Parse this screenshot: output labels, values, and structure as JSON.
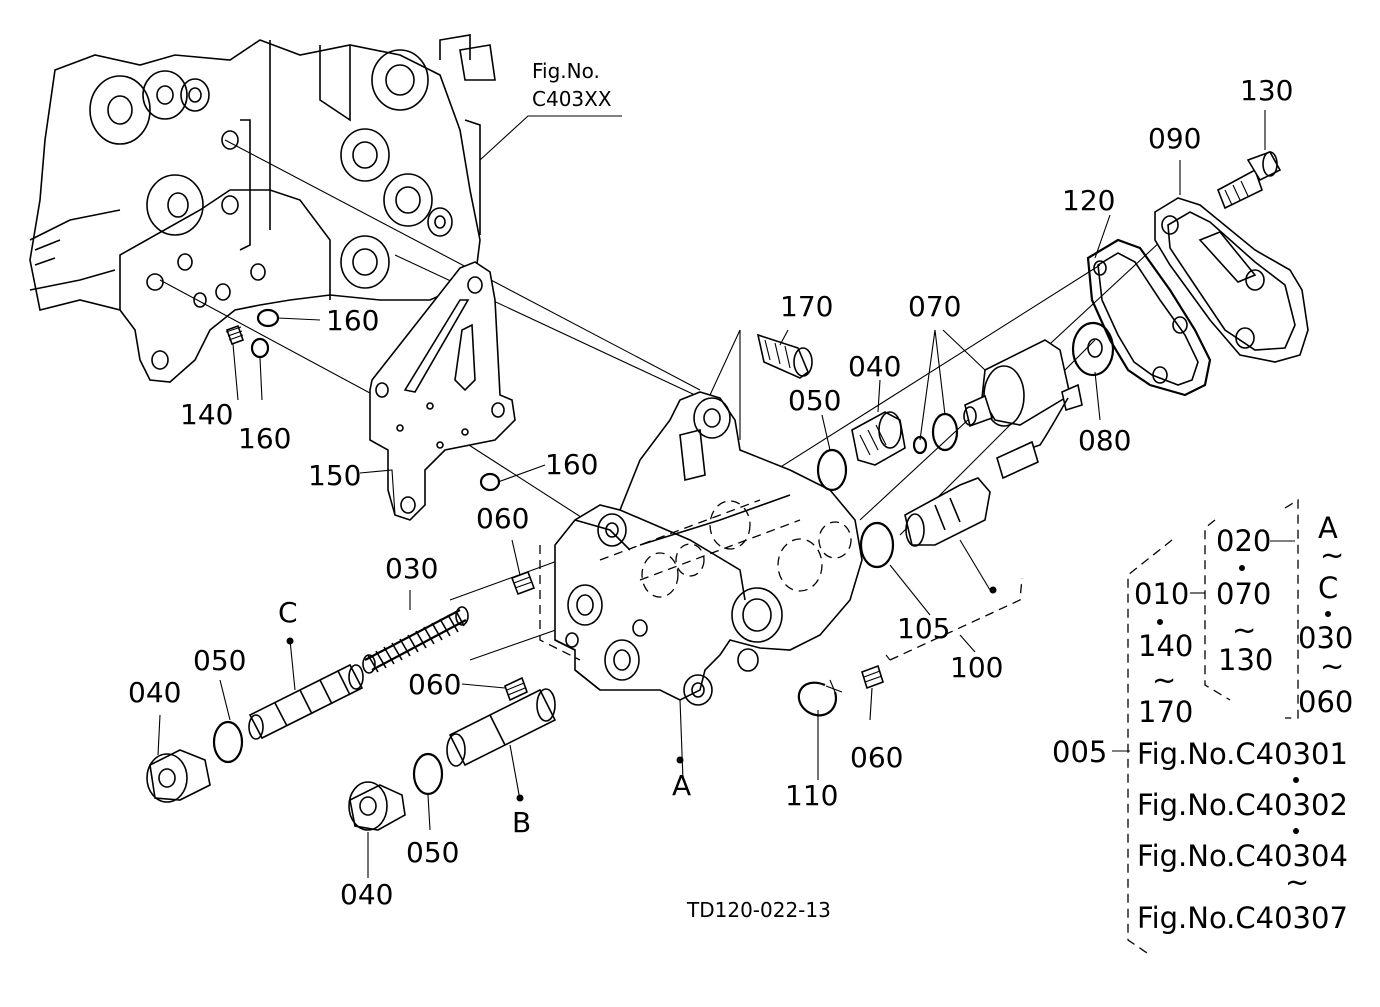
{
  "figure_ref": {
    "line1": "Fig.No.",
    "line2": "C403XX"
  },
  "callouts": {
    "c130": "130",
    "c090": "090",
    "c120": "120",
    "c170": "170",
    "c070": "070",
    "c040a": "040",
    "c050a": "050",
    "c080": "080",
    "c160a": "160",
    "c160b": "160",
    "c160c": "160",
    "c140": "140",
    "c150": "150",
    "c060a": "060",
    "c030": "030",
    "cC": "C",
    "c050b": "050",
    "c040b": "040",
    "c060b": "060",
    "cA": "A",
    "cB": "B",
    "c050c": "050",
    "c040c": "040",
    "c110": "110",
    "c060c": "060",
    "c105": "105",
    "c100": "100"
  },
  "drawing_code": "TD120-022-13",
  "assembly_tree": {
    "root": "005",
    "col1": [
      "010",
      "140",
      "170"
    ],
    "col2": [
      "020",
      "070",
      "130"
    ],
    "col3": [
      "A",
      "C",
      "030",
      "060"
    ],
    "figs": [
      "Fig.No.C40301",
      "Fig.No.C40302",
      "Fig.No.C40304",
      "Fig.No.C40307"
    ],
    "range_mark": "~"
  }
}
